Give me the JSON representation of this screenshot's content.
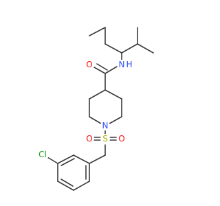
{
  "molecule": {
    "atoms": {
      "oxygen_carbonyl": {
        "text": "O",
        "color": "#ff0d0d"
      },
      "nitrogen_amide": {
        "text": "N",
        "color": "#3050f8"
      },
      "hydrogen_amide": {
        "text": "H",
        "color": "#3050f8"
      },
      "nitrogen_piperidine": {
        "text": "N",
        "color": "#3050f8"
      },
      "sulfur": {
        "text": "S",
        "color": "#b2b200"
      },
      "oxygen_sulfonyl_left": {
        "text": "O",
        "color": "#ff0d0d"
      },
      "oxygen_sulfonyl_right": {
        "text": "O",
        "color": "#ff0d0d"
      },
      "chlorine": {
        "text": "Cl",
        "color": "#1fa01f"
      }
    },
    "bond_color": "#3a3a3a"
  }
}
